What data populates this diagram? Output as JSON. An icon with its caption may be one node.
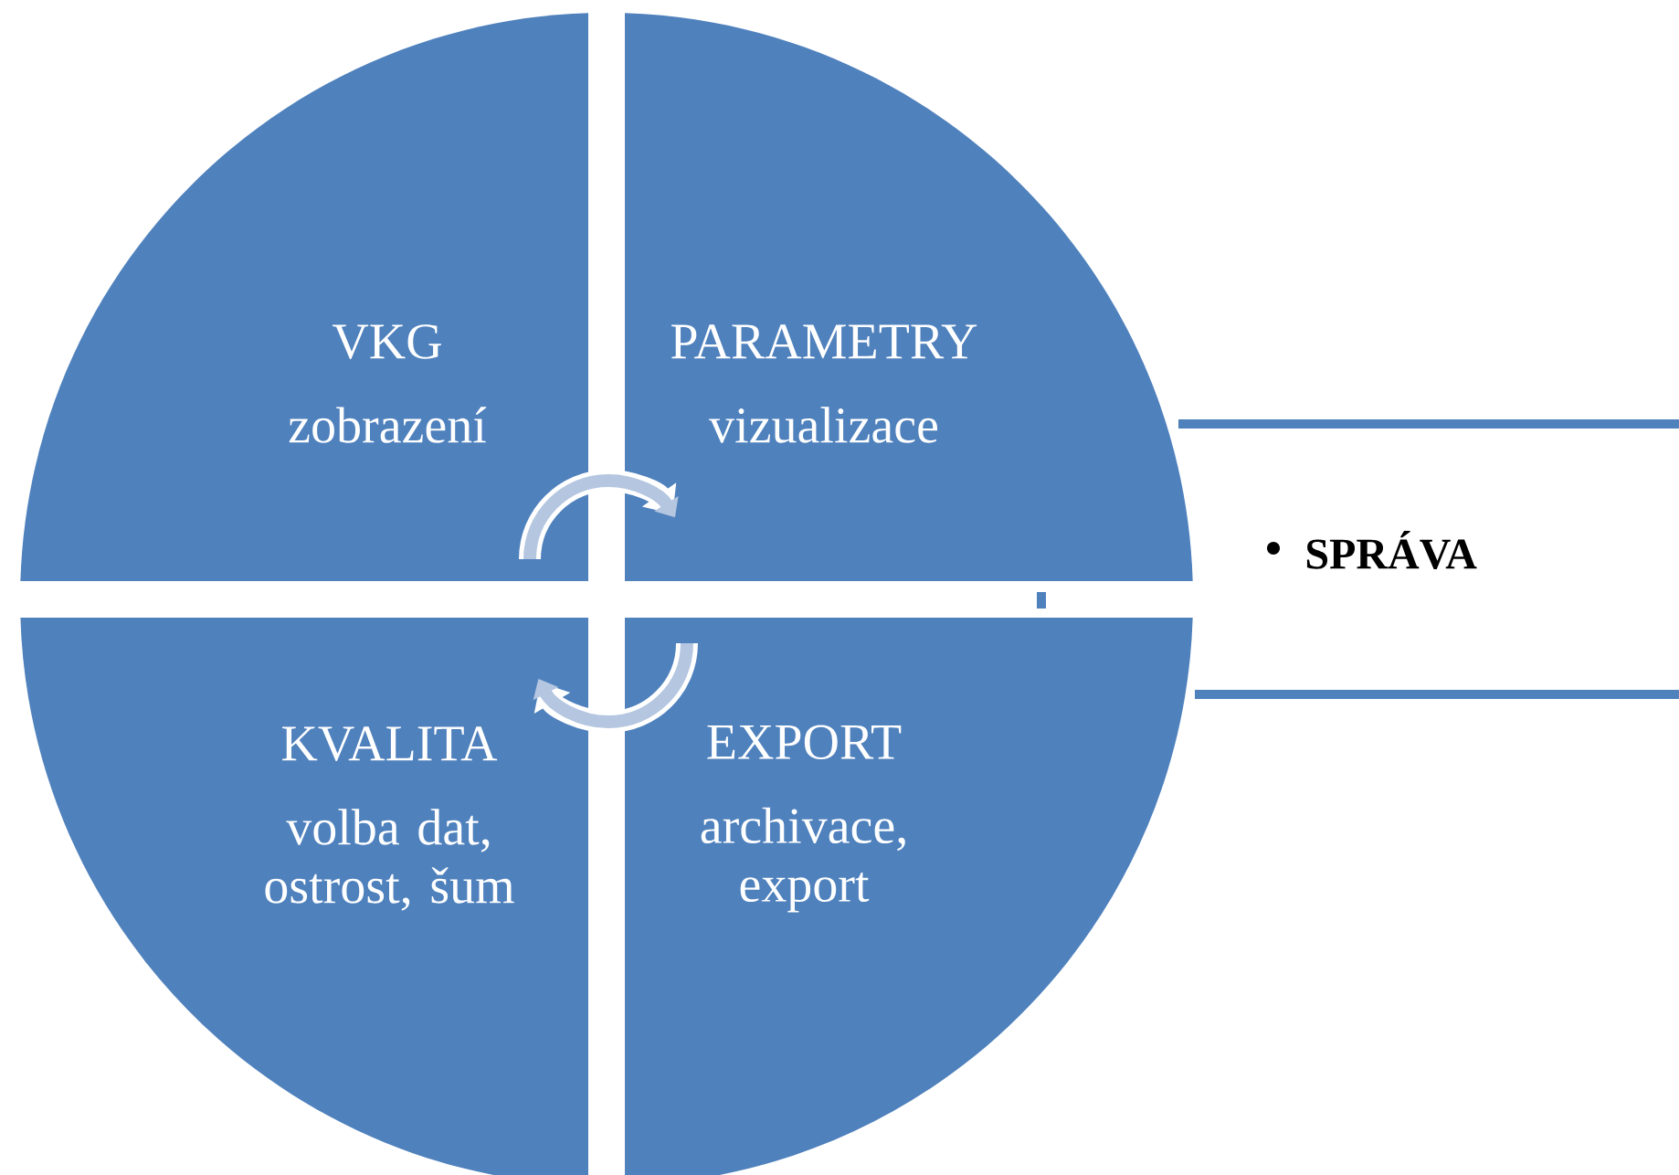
{
  "diagram": {
    "nodes": [
      {
        "text": [
          "VKG",
          "zobrazení"
        ]
      },
      {
        "text": [
          "PARAMETRY",
          "vizualizace"
        ]
      },
      {
        "text": [
          "KVALITA",
          "volba dat, ostrost, šum"
        ]
      },
      {
        "text": [
          "EXPORT",
          "archivace, export"
        ]
      },
      {
        "text": [
          "SPRÁVA"
        ]
      }
    ],
    "edges": [
      {
        "from": 0,
        "to": 1,
        "arrow": "to"
      },
      {
        "from": 3,
        "to": 2,
        "arrow": "to"
      }
    ]
  }
}
